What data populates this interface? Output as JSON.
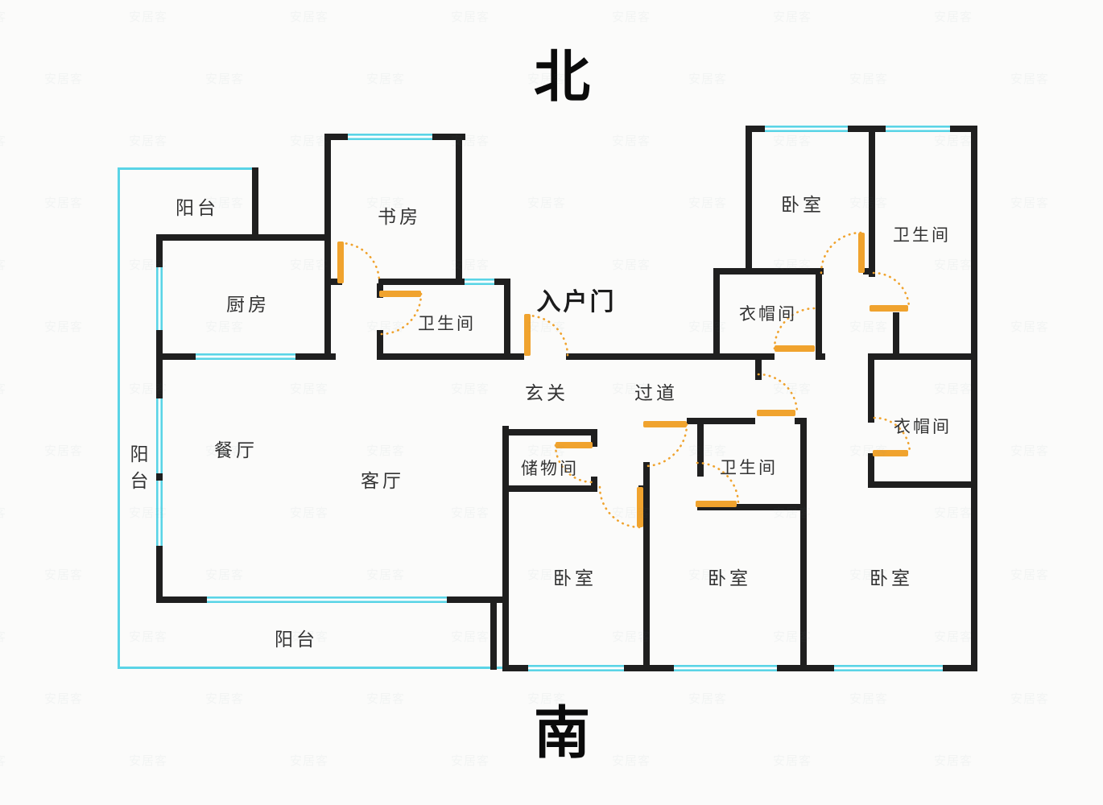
{
  "title": "apartment-floor-plan",
  "compass": {
    "north": "北",
    "south": "南"
  },
  "entrance": {
    "label": "入户门"
  },
  "rooms": {
    "balcony_top": "阳台",
    "study": "书房",
    "kitchen": "厨房",
    "bath_top": "卫生间",
    "foyer": "玄关",
    "hallway": "过道",
    "dining": "餐厅",
    "living": "客厅",
    "balcony_left": "阳台",
    "balcony_bottom": "阳台",
    "storage": "储物间",
    "bath_mid": "卫生间",
    "bedroom_1": "卧室",
    "bedroom_2": "卧室",
    "bedroom_3": "卧室",
    "bedroom_top_right": "卧室",
    "cloak_top": "衣帽间",
    "cloak_right": "衣帽间",
    "bath_right": "卫生间"
  },
  "watermark": {
    "text": "安居客"
  },
  "colors": {
    "wall": "#1f1f1f",
    "window": "#5ad4e6",
    "door": "#f0a32e"
  }
}
